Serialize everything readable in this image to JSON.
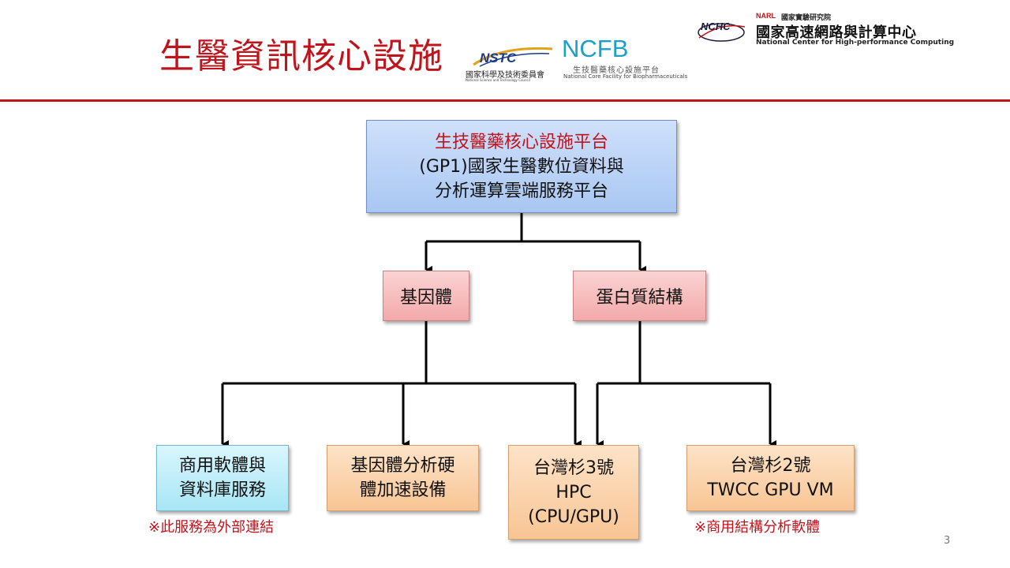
{
  "title": "生醫資訊核心設施",
  "logos": {
    "nstc": {
      "name": "NSTC",
      "subtitle_zh": "國家科學及技術委員會",
      "subtitle_en": "National Science and Technology Council"
    },
    "ncfb": {
      "name": "NCFB",
      "subtitle_zh": "生技醫藥核心設施平台",
      "subtitle_en": "National Core Facility for Biopharmaceuticals"
    },
    "nchc": {
      "mark": "NCHC",
      "parent_name": "NARL",
      "parent_zh": "國家實驗研究院",
      "name_zh": "國家高速網路與計算中心",
      "name_en": "National Center for High-performance Computing"
    }
  },
  "diagram": {
    "root": {
      "lines": [
        "生技醫藥核心設施平台",
        "(GP1)國家生醫數位資料與",
        "分析運算雲端服務平台"
      ]
    },
    "categories": {
      "genome": "基因體",
      "protein": "蛋白質結構"
    },
    "services": {
      "software": {
        "lines": [
          "商用軟體與",
          "資料庫服務"
        ],
        "note": "※此服務為外部連結"
      },
      "accel": {
        "lines": [
          "基因體分析硬",
          "體加速設備"
        ]
      },
      "hpc": {
        "lines": [
          "台灣杉3號",
          "HPC",
          "(CPU/GPU)"
        ]
      },
      "gpuvm": {
        "lines": [
          "台灣杉2號",
          "TWCC GPU VM"
        ],
        "note": "※商用結構分析軟體"
      }
    },
    "edges": [
      [
        "root",
        "genome"
      ],
      [
        "root",
        "protein"
      ],
      [
        "genome",
        "software"
      ],
      [
        "genome",
        "accel"
      ],
      [
        "genome",
        "hpc"
      ],
      [
        "protein",
        "hpc"
      ],
      [
        "protein",
        "gpuvm"
      ]
    ]
  },
  "colors": {
    "accent_red": "#c0141c",
    "root_fill": "#bcd4f7",
    "category_fill": "#f6bcbc",
    "service_orange": "#fad4ae",
    "service_cyan": "#bdeefa"
  },
  "page_number": "3"
}
